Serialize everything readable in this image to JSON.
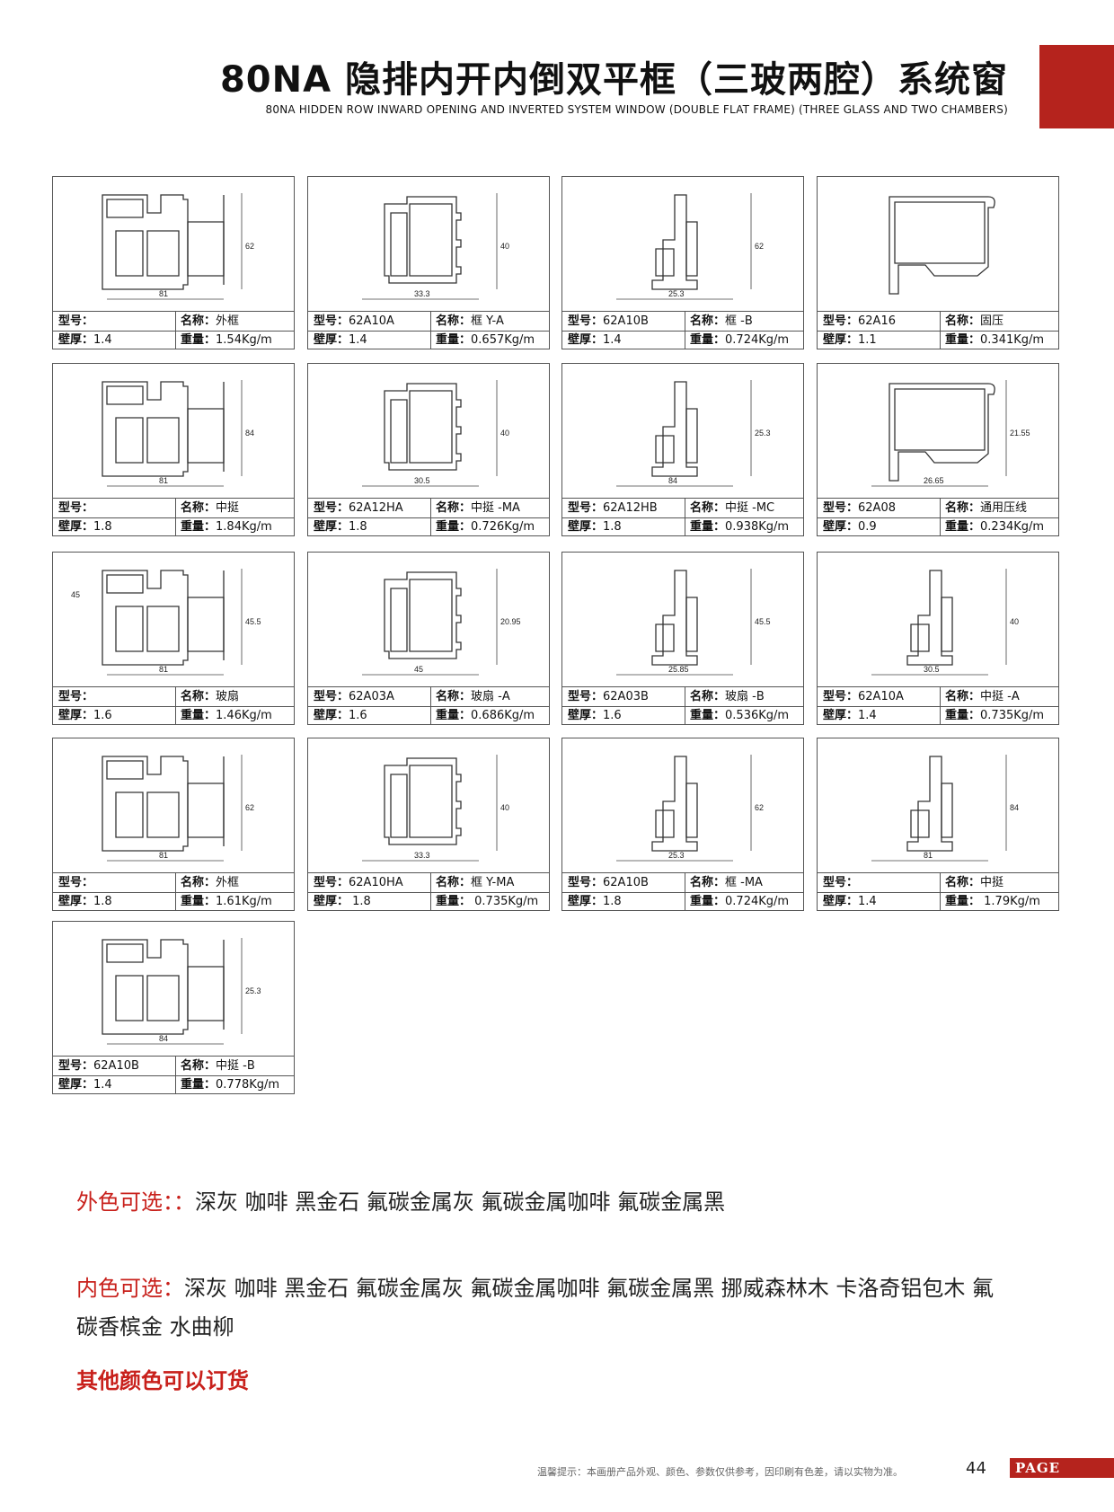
{
  "header": {
    "title": "80NA 隐排内开内倒双平框（三玻两腔）系统窗",
    "subtitle": "80NA HIDDEN ROW INWARD OPENING AND INVERTED SYSTEM WINDOW (DOUBLE FLAT FRAME) (THREE GLASS AND TWO CHAMBERS)"
  },
  "labels": {
    "model": "型号：",
    "name": "名称：",
    "wall": "壁厚：",
    "weight": "重量："
  },
  "profiles": [
    {
      "model": "",
      "name": "外框",
      "wall": "1.4",
      "weight": "1.54Kg/m",
      "icon": "outer-frame-section",
      "dims": [
        "62",
        "81"
      ]
    },
    {
      "model": "62A10A",
      "name": "框 Y-A",
      "wall": "1.4",
      "weight": "0.657Kg/m",
      "icon": "frame-y-a-section",
      "dims": [
        "40",
        "33.3"
      ]
    },
    {
      "model": "62A10B",
      "name": "框 -B",
      "wall": "1.4",
      "weight": "0.724Kg/m",
      "icon": "frame-b-section",
      "dims": [
        "62",
        "25.3"
      ]
    },
    {
      "model": "62A16",
      "name": "固压",
      "wall": "1.1",
      "weight": "0.341Kg/m",
      "icon": "fixed-bead-section",
      "dims": []
    },
    {
      "model": "",
      "name": "中挺",
      "wall": "1.8",
      "weight": "1.84Kg/m",
      "icon": "mullion-section",
      "dims": [
        "84",
        "81"
      ]
    },
    {
      "model": "62A12HA",
      "name": "中挺 -MA",
      "wall": "1.8",
      "weight": "0.726Kg/m",
      "icon": "mullion-ma-section",
      "dims": [
        "40",
        "30.5"
      ]
    },
    {
      "model": "62A12HB",
      "name": "中挺 -MC",
      "wall": "1.8",
      "weight": "0.938Kg/m",
      "icon": "mullion-mc-section",
      "dims": [
        "25.3",
        "84"
      ]
    },
    {
      "model": "62A08",
      "name": "通用压线",
      "wall": "0.9",
      "weight": "0.234Kg/m",
      "icon": "glazing-bead-section",
      "dims": [
        "21.55",
        "26.65"
      ]
    },
    {
      "model": "",
      "name": "玻扇",
      "wall": "1.6",
      "weight": "1.46Kg/m",
      "icon": "glass-sash-section",
      "dims": [
        "45.5",
        "45",
        "81"
      ]
    },
    {
      "model": "62A03A",
      "name": "玻扇 -A",
      "wall": "1.6",
      "weight": "0.686Kg/m",
      "icon": "glass-sash-a-section",
      "dims": [
        "20.95",
        "45"
      ]
    },
    {
      "model": "62A03B",
      "name": "玻扇 -B",
      "wall": "1.6",
      "weight": "0.536Kg/m",
      "icon": "glass-sash-b-section",
      "dims": [
        "45.5",
        "25.85"
      ]
    },
    {
      "model": "62A10A",
      "name": "中挺 -A",
      "wall": "1.4",
      "weight": "0.735Kg/m",
      "icon": "mullion-a-section",
      "dims": [
        "40",
        "30.5"
      ]
    },
    {
      "model": "",
      "name": "外框",
      "wall": "1.8",
      "weight": "1.61Kg/m",
      "icon": "outer-frame-2-section",
      "dims": [
        "62",
        "81"
      ]
    },
    {
      "model": "62A10HA",
      "name": "框 Y-MA",
      "wall": " 1.8",
      "weight": " 0.735Kg/m",
      "icon": "frame-y-ma-section",
      "dims": [
        "40",
        "33.3"
      ]
    },
    {
      "model": "62A10B",
      "name": "框 -MA",
      "wall": "1.8",
      "weight": "0.724Kg/m",
      "icon": "frame-ma-section",
      "dims": [
        "62",
        "25.3"
      ]
    },
    {
      "model": "",
      "name": "中挺",
      "wall": "1.4",
      "weight": " 1.79Kg/m",
      "icon": "mullion-2-section",
      "dims": [
        "84",
        "81"
      ]
    },
    {
      "model": "62A10B",
      "name": "中挺 -B",
      "wall": "1.4",
      "weight": "0.778Kg/m",
      "icon": "mullion-b-section",
      "dims": [
        "25.3",
        "84"
      ]
    }
  ],
  "colors": {
    "outer_label": "外色可选：：",
    "outer_values": "深灰 咖啡 黑金石 氟碳金属灰 氟碳金属咖啡 氟碳金属黑",
    "inner_label": "内色可选：",
    "inner_values_line1": "深灰 咖啡 黑金石 氟碳金属灰 氟碳金属咖啡 氟碳金属黑 挪威森林木 卡洛奇铝包木 氟",
    "inner_values_line2": "碳香槟金 水曲柳",
    "order_note": "其他颜色可以订货"
  },
  "footer": {
    "tip": "温馨提示：本画册产品外观、颜色、参数仅供参考，因印刷有色差，请以实物为准。",
    "page_number": "44",
    "page_tag": "PAGE"
  },
  "theme": {
    "accent": "#b5231d",
    "text_red": "#c8201b"
  }
}
